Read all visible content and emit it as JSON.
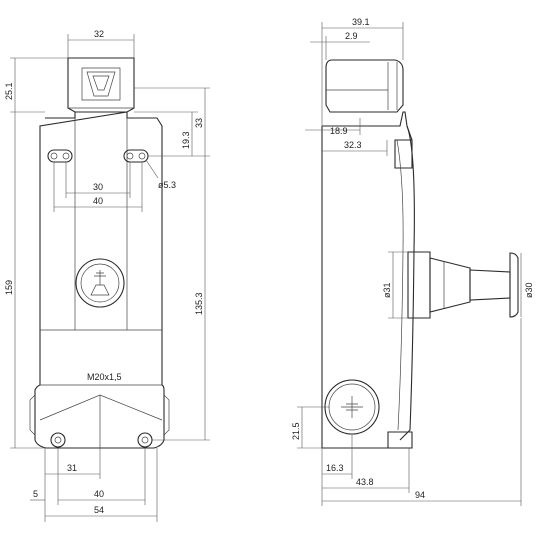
{
  "front_view": {
    "dims": {
      "head_width": "32",
      "head_height": "25.1",
      "top_to_slot": "33",
      "slot_offset": "19.3",
      "slot_hole": "ø5.3",
      "slot_spacing_inner": "30",
      "slot_spacing_outer": "40",
      "total_height": "159",
      "hole_to_bottom": "135.3",
      "conduit_thread": "M20x1,5",
      "bottom_offset": "31",
      "bottom_margin": "5",
      "bottom_hole_spacing": "40",
      "total_width": "54"
    }
  },
  "side_view": {
    "dims": {
      "head_depth": "39.1",
      "head_lip": "2.9",
      "actuator_offset": "18.9",
      "body_depth": "32.3",
      "knob_diameter": "ø31",
      "handle_diameter": "ø30",
      "release_height": "21.5",
      "release_offset": "16.3",
      "release_depth": "43.8",
      "total_depth": "94"
    }
  }
}
